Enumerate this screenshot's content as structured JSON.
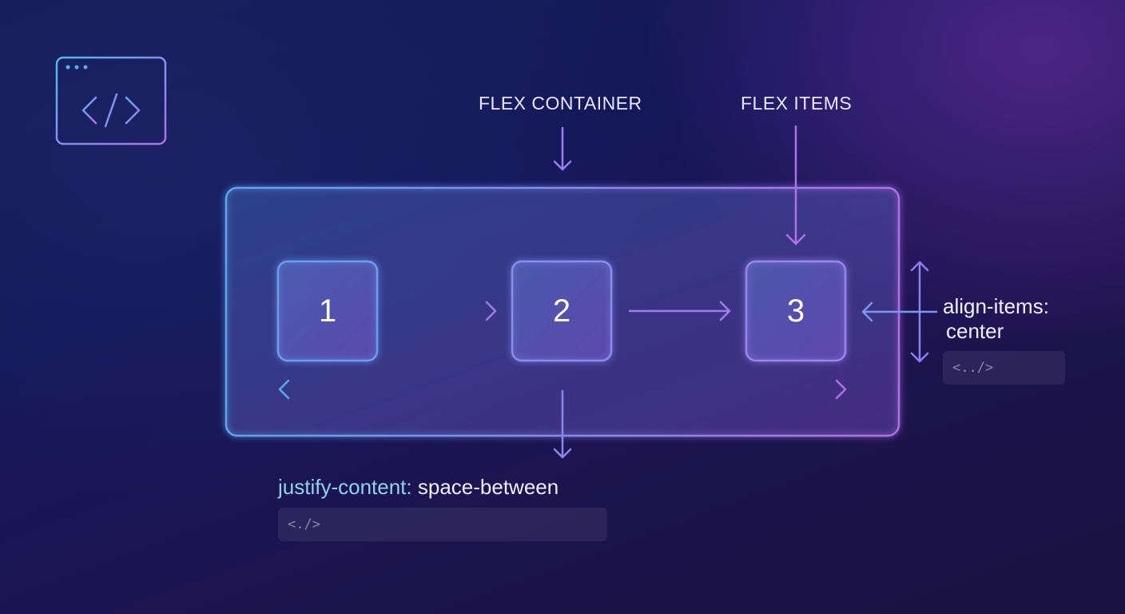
{
  "labels": {
    "flex_container": "FLEX CONTAINER",
    "flex_items": "FLEX ITEMS"
  },
  "items": [
    "1",
    "2",
    "3"
  ],
  "justify": {
    "property": "justify-content:",
    "value": "space-between",
    "code": "<./>"
  },
  "align": {
    "property": "align-items:",
    "value": "center",
    "code": "<../>"
  },
  "icons": [
    "code-window-icon"
  ],
  "colors": {
    "accent_blue": "#5aa8f0",
    "accent_purple": "#b070e8",
    "arrow": "#9a7ef0"
  }
}
